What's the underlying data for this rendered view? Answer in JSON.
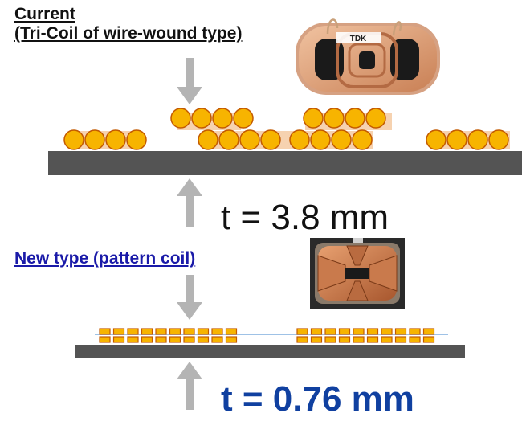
{
  "current": {
    "heading_line1": "Current",
    "heading_line2": "(Tri-Coil of wire-wound type)",
    "thickness": "t = 3.8 mm",
    "photo_brand": "TDK"
  },
  "new_type": {
    "heading": "New type (pattern coil)",
    "thickness": "t = 0.76 mm"
  },
  "colors": {
    "wire_fill": "#f7b400",
    "wire_stroke": "#c35a00",
    "substrate": "#545454",
    "arrow": "#b4b4b4",
    "band": "#f6d2b0",
    "new_heading": "#1a1aa8",
    "new_thickness": "#1040a0"
  }
}
